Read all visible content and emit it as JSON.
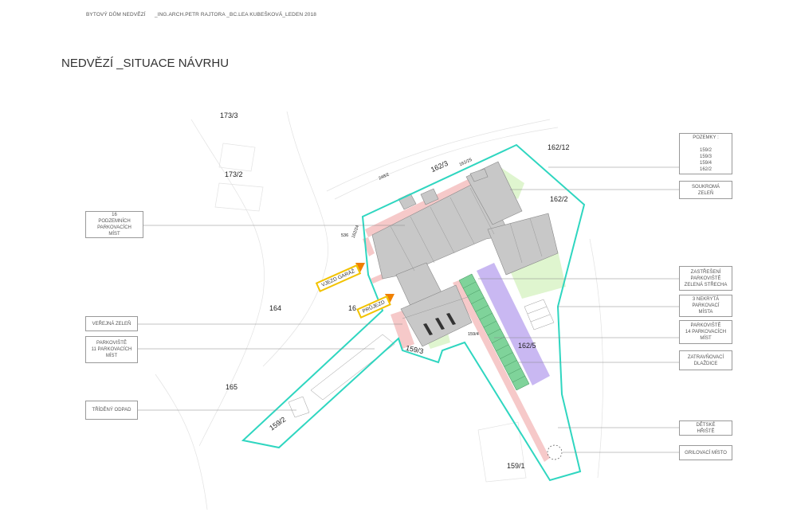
{
  "header": {
    "project": "BYTOVÝ DŮM NEDVĚZÍ",
    "authors": "_ING.ARCH.PETR RAJTORA _BC.LEA KUBEŠKOVÁ_LEDEN 2018"
  },
  "title": "NEDVĚZÍ _SITUACE NÁVRHU",
  "legend_left": [
    {
      "lines": [
        "16",
        "PODZEMNÍCH",
        "PARKOVACÍCH",
        "MÍST"
      ]
    },
    {
      "lines": [
        "VEŘEJNÁ ZELEŇ"
      ]
    },
    {
      "lines": [
        "PARKOVIŠTĚ",
        "11 PARKOVACÍCH",
        "MÍST"
      ]
    },
    {
      "lines": [
        "TŘÍDĚNÝ ODPAD"
      ]
    }
  ],
  "legend_right": [
    {
      "lines": [
        "POZEMKY :",
        "",
        "159/2",
        "159/3",
        "159/4",
        "162/2"
      ]
    },
    {
      "lines": [
        "SOUKROMÁ",
        "ZELEŇ"
      ]
    },
    {
      "lines": [
        "ZASTŘEŠENÍ",
        "PARKOVIŠTĚ",
        "ZELENÁ STŘECHA"
      ]
    },
    {
      "lines": [
        "3 NEKRYTÁ",
        "PARKOVACÍ",
        "MÍSTA"
      ]
    },
    {
      "lines": [
        "PARKOVIŠTĚ",
        "14 PARKOVACÍCH",
        "MÍST"
      ]
    },
    {
      "lines": [
        "ZATRAVŇOVACÍ",
        "DLAŽDICE"
      ]
    },
    {
      "lines": [
        "DĚTSKÉ",
        "HŘIŠTĚ"
      ]
    },
    {
      "lines": [
        "GRILOVACÍ MÍSTO"
      ]
    }
  ],
  "parcels": [
    "173/3",
    "173/2",
    "162/3",
    "162/25",
    "248/2",
    "162/12",
    "162/2",
    "536",
    "162/24",
    "164",
    "16",
    "159/3",
    "159/4",
    "162/5",
    "165",
    "159/2",
    "159/1"
  ],
  "access": {
    "garage": "VJEZD GARÁŽ",
    "passage": "PRŮJEZD"
  },
  "colors": {
    "boundary": "#2fd6c0",
    "building": "#c8c8c8",
    "parking": "#7fd39a",
    "paving": "#c9b8f2",
    "private_green": "#dff5cf",
    "pavement": "#f6c9c9",
    "access_label": "#f2c200",
    "arrow": "#f08000"
  }
}
